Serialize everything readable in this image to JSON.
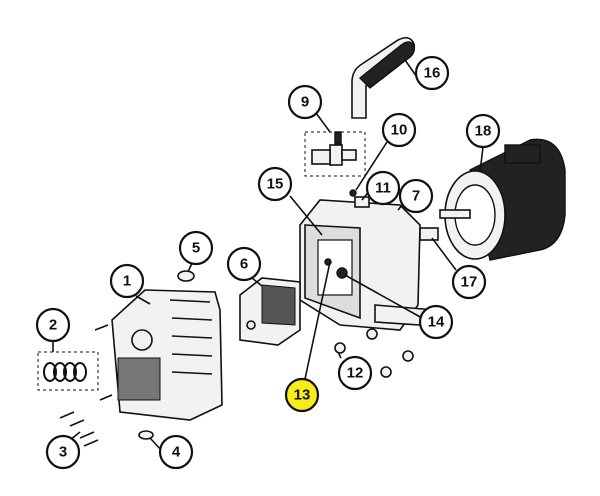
{
  "diagram": {
    "callouts": [
      {
        "id": "1",
        "label": "1"
      },
      {
        "id": "2",
        "label": "2"
      },
      {
        "id": "3",
        "label": "3"
      },
      {
        "id": "4",
        "label": "4"
      },
      {
        "id": "5",
        "label": "5"
      },
      {
        "id": "6",
        "label": "6"
      },
      {
        "id": "7",
        "label": "7"
      },
      {
        "id": "9",
        "label": "9"
      },
      {
        "id": "10",
        "label": "10"
      },
      {
        "id": "11",
        "label": "11"
      },
      {
        "id": "12",
        "label": "12"
      },
      {
        "id": "13",
        "label": "13"
      },
      {
        "id": "14",
        "label": "14"
      },
      {
        "id": "15",
        "label": "15"
      },
      {
        "id": "16",
        "label": "16"
      },
      {
        "id": "17",
        "label": "17"
      },
      {
        "id": "18",
        "label": "18"
      }
    ],
    "highlight_color": "#f7ec1a",
    "highlighted": "13"
  }
}
